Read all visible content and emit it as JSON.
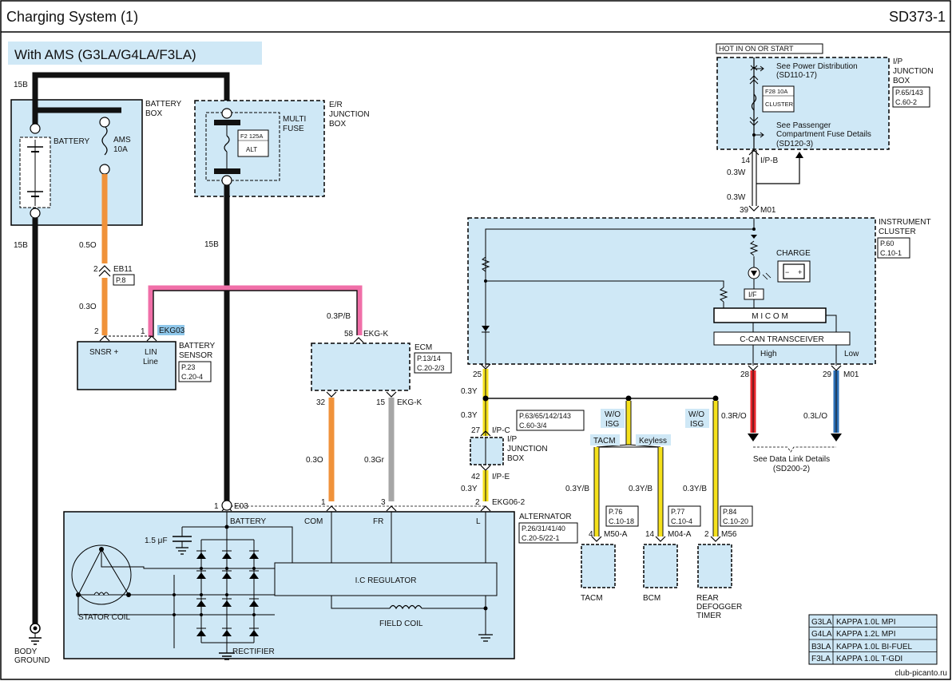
{
  "header": {
    "title": "Charging System (1)",
    "code": "SD373-1"
  },
  "subtitle": "With AMS (G3LA/G4LA/F3LA)",
  "battery_box": {
    "name": "BATTERY BOX",
    "battery": "BATTERY",
    "ams": "AMS",
    "ams_rating": "10A",
    "wire_top": "15B",
    "wire_bottom": "15B"
  },
  "er_box": {
    "name": "E/R JUNCTION BOX",
    "fuse_label": "MULTI FUSE",
    "fuse_id": "F2 125A",
    "fuse_name": "ALT",
    "wire_left": "15B"
  },
  "eb11": {
    "pin": "2",
    "name": "EB11",
    "page": "P.8",
    "wire_top": "0.5O",
    "wire_bottom": "0.3O"
  },
  "battery_sensor": {
    "name": "BATTERY SENSOR",
    "pin_snsr": "2",
    "pin_lin": "1",
    "connector": "EKG03",
    "label_snsr": "SNSR +",
    "label_lin": "LIN Line",
    "ref": "P.23 C.20-4"
  },
  "ecm": {
    "name": "ECM",
    "pin_top": "58",
    "connector_top": "EKG-K",
    "wire_top": "0.3P/B",
    "ref": "P.13/14 C.20-2/3",
    "pin_left": "32",
    "pin_right": "15",
    "connector_bottom": "EKG-K",
    "wire_left": "0.3O",
    "wire_right": "0.3Gr"
  },
  "hot_label": "HOT IN ON OR START",
  "ip_box": {
    "name": "I/P JUNCTION BOX",
    "ref": "P.65/143 C.60-2",
    "power_dist": "See Power Distribution (SD110-17)",
    "fuse_id": "F28 10A",
    "fuse_name": "CLUSTER",
    "passenger": "See Passenger Compartment Fuse Details (SD120-3)",
    "pin": "14",
    "connector": "I/P-B",
    "wire1": "0.3W",
    "wire2": "0.3W",
    "pin_m01": "39",
    "connector_m01": "M01"
  },
  "cluster": {
    "name": "INSTRUMENT CLUSTER",
    "ref": "P.60 C.10-1",
    "charge": "CHARGE",
    "if": "I/F",
    "micom": "M I C O M",
    "ccan": "C-CAN TRANSCEIVER",
    "high": "High",
    "low": "Low",
    "pin25": "25",
    "wire25": "0.3Y",
    "pin28": "28",
    "pin29": "29",
    "connector29": "M01",
    "wire_r": "0.3R/O",
    "wire_l": "0.3L/O",
    "see_data": "See Data Link Details (SD200-2)"
  },
  "ip_jb_mid": {
    "name": "I/P JUNCTION BOX",
    "pin27": "27",
    "conn27": "I/P-C",
    "ref": "P.63/65/142/143 C.60-3/4",
    "pin42": "42",
    "conn42": "I/P-E",
    "wire_a": "0.3Y",
    "wire_b": "0.3Y"
  },
  "branches": {
    "wo_isg1": "W/O ISG",
    "wo_isg2": "W/O ISG",
    "tacm": "TACM",
    "keyless": "Keyless",
    "wire1": "0.3Y/B",
    "wire2": "0.3Y/B",
    "wire3": "0.3Y/B"
  },
  "modules": [
    {
      "name": "TACM",
      "pin": "4",
      "connector": "M50-A",
      "ref": "P.76 C.10-18"
    },
    {
      "name": "BCM",
      "pin": "14",
      "connector": "M04-A",
      "ref": "P.77 C.10-4"
    },
    {
      "name": "REAR DEFOGGER TIMER",
      "pin": "2",
      "connector": "M56",
      "ref": "P.84 C.10-20"
    }
  ],
  "alternator": {
    "name": "ALTERNATOR",
    "ref": "P.26/31/41/40 C.20-5/22-1",
    "pin1": "1",
    "conn1": "E03",
    "pin_com": "1",
    "pin_fr": "3",
    "pin_l": "2",
    "conn_l": "EKG06-2",
    "battery": "BATTERY",
    "com": "COM",
    "fr": "FR",
    "l": "L",
    "cap": "1.5 μF",
    "regulator": "I.C REGULATOR",
    "stator": "STATOR COIL",
    "field": "FIELD  COIL",
    "rectifier": "RECTIFIER"
  },
  "ground": "BODY GROUND",
  "legend": [
    {
      "code": "G3LA",
      "desc": "KAPPA 1.0L MPI"
    },
    {
      "code": "G4LA",
      "desc": "KAPPA 1.2L MPI"
    },
    {
      "code": "B3LA",
      "desc": "KAPPA 1.0L BI-FUEL"
    },
    {
      "code": "F3LA",
      "desc": "KAPPA 1.0L T-GDI"
    }
  ],
  "watermark": "club-picanto.ru",
  "colors": {
    "panel": "#cfe8f6",
    "orange": "#f0923a",
    "gray": "#a6a6a6",
    "yellow": "#f5e11c",
    "pink": "#f06fa8",
    "red": "#e6242a",
    "blue": "#2a6fb7",
    "black": "#111111"
  }
}
